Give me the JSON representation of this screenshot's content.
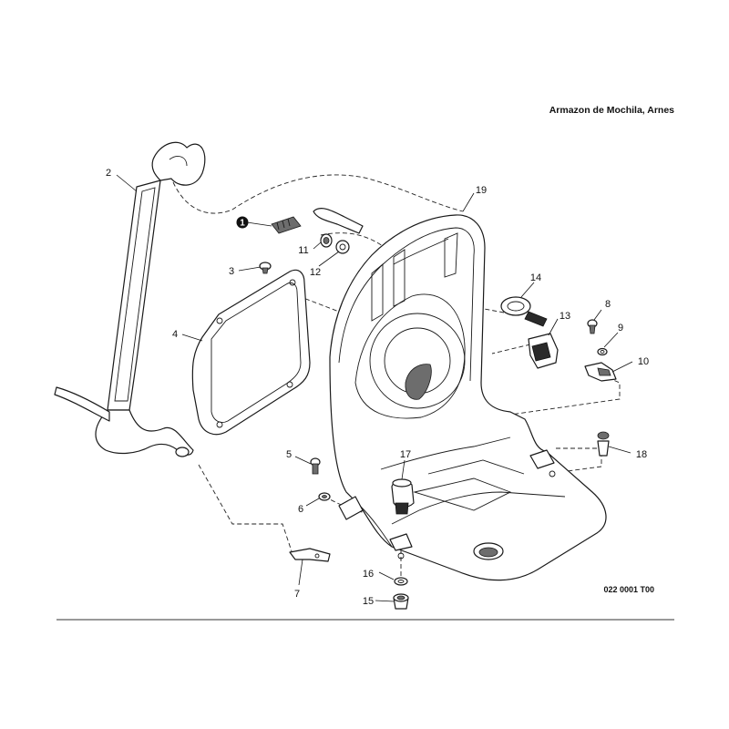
{
  "header": {
    "title": "Armazon de Mochila, Arnes"
  },
  "drawing_code": "022 0001 T00",
  "callouts": {
    "c1": "1",
    "c2": "2",
    "c3": "3",
    "c4": "4",
    "c5": "5",
    "c6": "6",
    "c7": "7",
    "c8": "8",
    "c9": "9",
    "c10": "10",
    "c11": "11",
    "c12": "12",
    "c13": "13",
    "c14": "14",
    "c15": "15",
    "c16": "16",
    "c17": "17",
    "c18": "18",
    "c19": "19"
  }
}
